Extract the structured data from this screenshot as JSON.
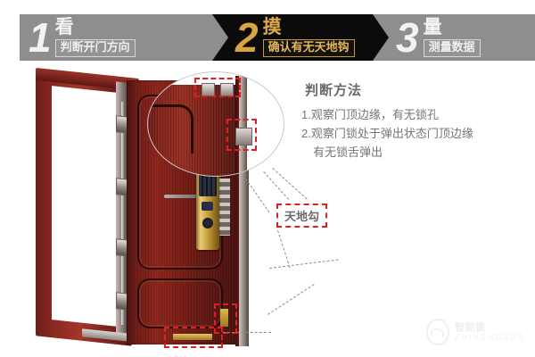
{
  "header": {
    "steps": [
      {
        "number": "1",
        "cn": "看",
        "sub": "判断开门方向",
        "state": "inactive"
      },
      {
        "number": "2",
        "cn": "摸",
        "sub": "确认有无天地钩",
        "state": "active"
      },
      {
        "number": "3",
        "cn": "量",
        "sub": "测量数据",
        "state": "inactive"
      }
    ],
    "colors": {
      "inactive_bg": "#8e8e8e",
      "active_bg": "#0b0b0b",
      "gold": "#d9a441",
      "light": "#f2f2f2"
    }
  },
  "instructions": {
    "title": "判断方法",
    "lines": [
      "1.观察门顶边缘，有无锁孔",
      "2.观察门锁处于弹出状态门顶边缘",
      "有无锁舌弹出"
    ]
  },
  "callouts": {
    "tiandigou": "天地勾",
    "highlight_color": "#e01f1f",
    "leader_color": "#8e8e8e"
  },
  "illustration": {
    "door_color": "#8a2318",
    "lock_color": "#c9a23f",
    "frame_color": "#a4362a",
    "magnifier_label": "door-top-magnifier"
  },
  "watermark": {
    "line1": "智能锁",
    "line2": "ZHINENGSUO"
  }
}
